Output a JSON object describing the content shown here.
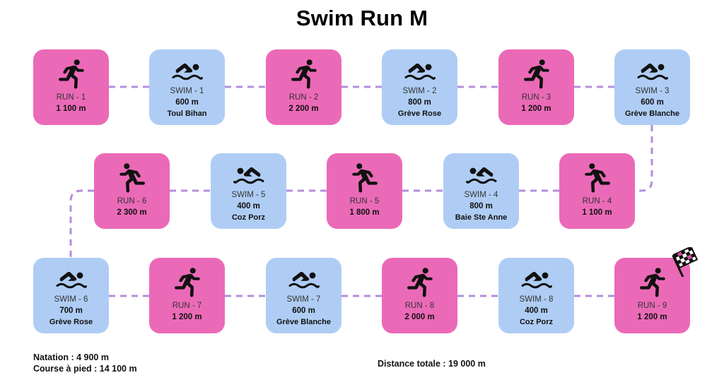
{
  "title": "Swim Run M",
  "colors": {
    "run": "#EB6AB7",
    "swim": "#AFCDF4",
    "connector": "#B48EDC"
  },
  "rows": [
    [
      {
        "type": "run",
        "icon": "running-person-icon",
        "label": "RUN - 1",
        "distance": "1 100 m",
        "place": ""
      },
      {
        "type": "swim",
        "icon": "swimmer-icon",
        "label": "SWIM - 1",
        "distance": "600 m",
        "place": "Toul Bihan"
      },
      {
        "type": "run",
        "icon": "running-person-icon",
        "label": "RUN - 2",
        "distance": "2 200 m",
        "place": ""
      },
      {
        "type": "swim",
        "icon": "swimmer-icon",
        "label": "SWIM - 2",
        "distance": "800 m",
        "place": "Grève Rose"
      },
      {
        "type": "run",
        "icon": "running-person-icon",
        "label": "RUN - 3",
        "distance": "1 200 m",
        "place": ""
      },
      {
        "type": "swim",
        "icon": "swimmer-icon",
        "label": "SWIM - 3",
        "distance": "600 m",
        "place": "Grève Blanche"
      }
    ],
    [
      {
        "type": "run",
        "icon": "running-person-icon",
        "label": "RUN - 6",
        "distance": "2 300 m",
        "place": ""
      },
      {
        "type": "swim",
        "icon": "swimmer-icon",
        "label": "SWIM - 5",
        "distance": "400 m",
        "place": "Coz Porz"
      },
      {
        "type": "run",
        "icon": "running-person-icon",
        "label": "RUN - 5",
        "distance": "1 800 m",
        "place": ""
      },
      {
        "type": "swim",
        "icon": "swimmer-icon",
        "label": "SWIM - 4",
        "distance": "800 m",
        "place": "Baie Ste Anne"
      },
      {
        "type": "run",
        "icon": "running-person-icon",
        "label": "RUN - 4",
        "distance": "1 100 m",
        "place": ""
      }
    ],
    [
      {
        "type": "swim",
        "icon": "swimmer-icon",
        "label": "SWIM - 6",
        "distance": "700 m",
        "place": "Grève Rose"
      },
      {
        "type": "run",
        "icon": "running-person-icon",
        "label": "RUN - 7",
        "distance": "1 200 m",
        "place": ""
      },
      {
        "type": "swim",
        "icon": "swimmer-icon",
        "label": "SWIM - 7",
        "distance": "600 m",
        "place": "Grève Blanche"
      },
      {
        "type": "run",
        "icon": "running-person-icon",
        "label": "RUN - 8",
        "distance": "2 000 m",
        "place": ""
      },
      {
        "type": "swim",
        "icon": "swimmer-icon",
        "label": "SWIM - 8",
        "distance": "400 m",
        "place": "Coz Porz"
      },
      {
        "type": "run",
        "icon": "running-person-icon",
        "label": "RUN - 9",
        "distance": "1 200 m",
        "place": ""
      }
    ]
  ],
  "finish_icon": "checkered-flag-icon",
  "summary": {
    "swim_total": "Natation : 4 900 m",
    "run_total": "Course à pied : 14 100 m",
    "grand_total": "Distance totale : 19 000 m"
  }
}
